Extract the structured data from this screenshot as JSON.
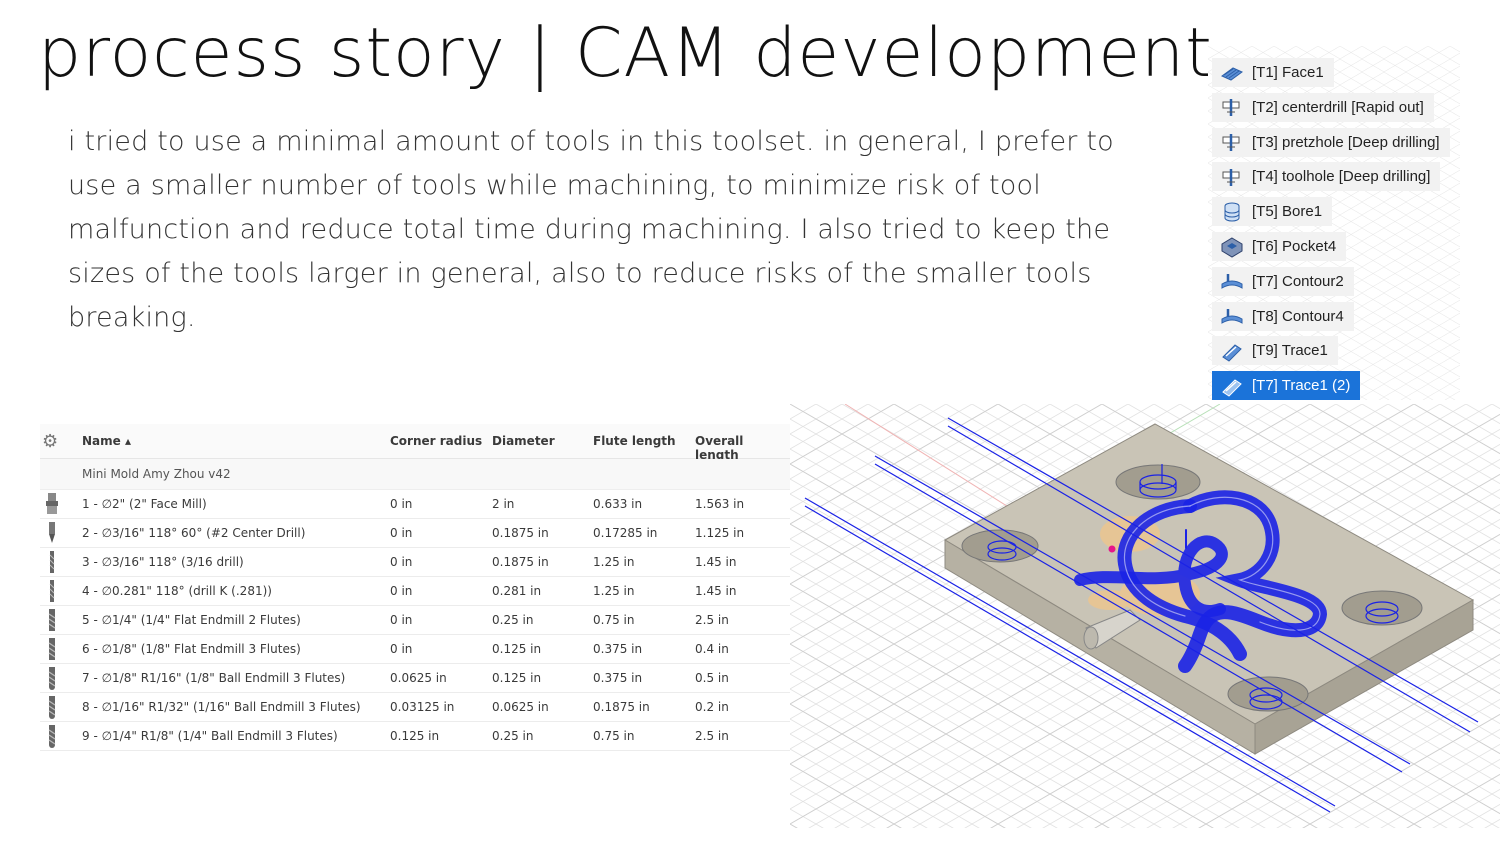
{
  "page": {
    "title": "process story | CAM development",
    "body": "i tried to use a minimal amount of tools in this toolset. in general, I prefer to use a smaller number of tools while machining, to minimize risk of tool malfunction and reduce total time during machining. I also tried to keep the sizes of the tools larger in general, also to reduce risks of the smaller tools breaking."
  },
  "operations": [
    {
      "label": "[T1] Face1",
      "icon": "face-icon",
      "selected": false
    },
    {
      "label": "[T2] centerdrill [Rapid out]",
      "icon": "drill-icon",
      "selected": false
    },
    {
      "label": "[T3] pretzhole [Deep drilling]",
      "icon": "drill-icon",
      "selected": false
    },
    {
      "label": "[T4] toolhole [Deep drilling]",
      "icon": "drill-icon",
      "selected": false
    },
    {
      "label": "[T5] Bore1",
      "icon": "bore-icon",
      "selected": false
    },
    {
      "label": "[T6] Pocket4",
      "icon": "pocket-icon",
      "selected": false
    },
    {
      "label": "[T7] Contour2",
      "icon": "contour-icon",
      "selected": false
    },
    {
      "label": "[T8] Contour4",
      "icon": "contour-icon",
      "selected": false
    },
    {
      "label": "[T9] Trace1",
      "icon": "trace-icon",
      "selected": false
    },
    {
      "label": "[T7] Trace1 (2)",
      "icon": "trace-icon",
      "selected": true
    }
  ],
  "tool_table": {
    "headers": {
      "name": "Name ▴",
      "corner_radius": "Corner radius",
      "diameter": "Diameter",
      "flute_length": "Flute length",
      "overall_length": "Overall length"
    },
    "group": "Mini Mold Amy Zhou v42",
    "rows": [
      {
        "name": "1 - ∅2\" (2\" Face Mill)",
        "corner_radius": "0 in",
        "diameter": "2 in",
        "flute_length": "0.633 in",
        "overall_length": "1.563 in",
        "icon": "face-mill-icon"
      },
      {
        "name": "2 - ∅3/16\" 118° 60° (#2 Center Drill)",
        "corner_radius": "0 in",
        "diameter": "0.1875 in",
        "flute_length": "0.17285 in",
        "overall_length": "1.125 in",
        "icon": "center-drill-icon"
      },
      {
        "name": "3 - ∅3/16\" 118° (3/16 drill)",
        "corner_radius": "0 in",
        "diameter": "0.1875 in",
        "flute_length": "1.25 in",
        "overall_length": "1.45 in",
        "icon": "drill-bit-icon"
      },
      {
        "name": "4 - ∅0.281\" 118° (drill K (.281))",
        "corner_radius": "0 in",
        "diameter": "0.281 in",
        "flute_length": "1.25 in",
        "overall_length": "1.45 in",
        "icon": "drill-bit-icon"
      },
      {
        "name": "5 - ∅1/4\" (1/4\" Flat Endmill 2 Flutes)",
        "corner_radius": "0 in",
        "diameter": "0.25 in",
        "flute_length": "0.75 in",
        "overall_length": "2.5 in",
        "icon": "endmill-icon"
      },
      {
        "name": "6 - ∅1/8\" (1/8\" Flat Endmill 3 Flutes)",
        "corner_radius": "0 in",
        "diameter": "0.125 in",
        "flute_length": "0.375 in",
        "overall_length": "0.4 in",
        "icon": "endmill-icon"
      },
      {
        "name": "7 - ∅1/8\" R1/16\" (1/8\" Ball Endmill 3 Flutes)",
        "corner_radius": "0.0625 in",
        "diameter": "0.125 in",
        "flute_length": "0.375 in",
        "overall_length": "0.5 in",
        "icon": "ball-endmill-icon"
      },
      {
        "name": "8 - ∅1/16\" R1/32\" (1/16\" Ball Endmill 3 Flutes)",
        "corner_radius": "0.03125 in",
        "diameter": "0.0625 in",
        "flute_length": "0.1875 in",
        "overall_length": "0.2 in",
        "icon": "ball-endmill-icon"
      },
      {
        "name": "9 - ∅1/4\" R1/8\" (1/4\" Ball Endmill 3 Flutes)",
        "corner_radius": "0.125 in",
        "diameter": "0.25 in",
        "flute_length": "0.75 in",
        "overall_length": "2.5 in",
        "icon": "ball-endmill-icon"
      }
    ]
  },
  "colors": {
    "selected": "#1b73d9",
    "toolpath": "#1a22e6",
    "stock": "#c3beaf",
    "highlight": "#f0c68a"
  }
}
